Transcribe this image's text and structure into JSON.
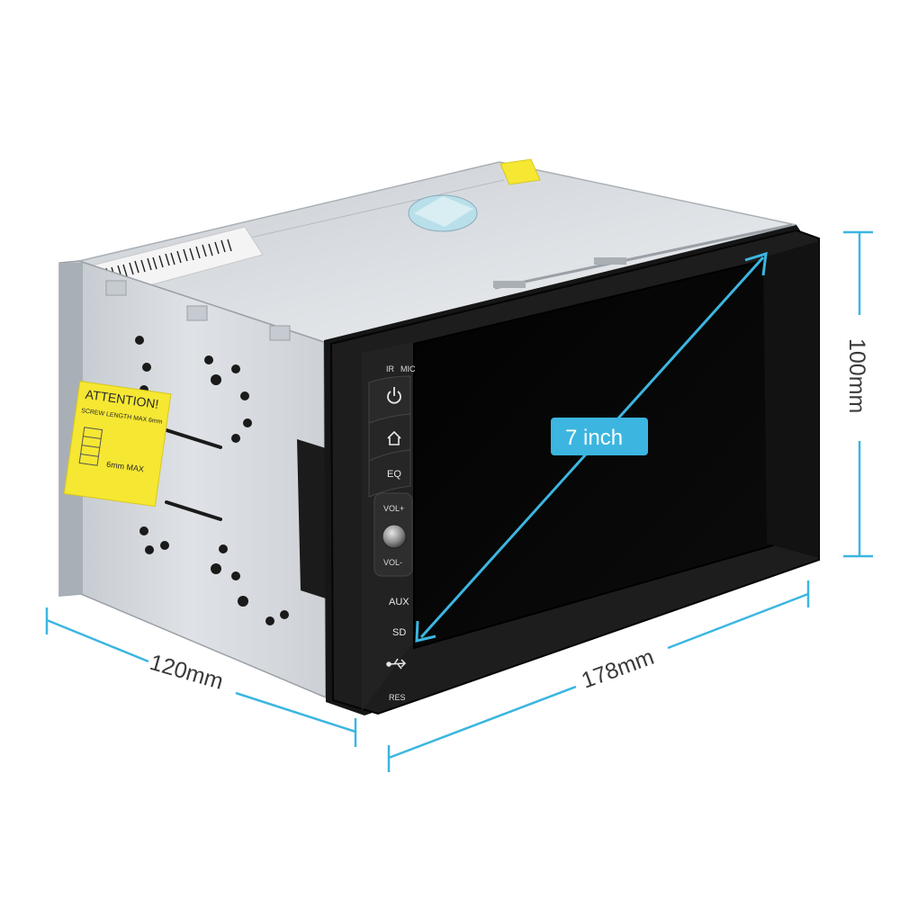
{
  "image": {
    "description_colors": {
      "accent": "#3cb6e0",
      "label_yellow": "#f6e733",
      "chassis": "#d9dde2",
      "bezel": "#111111"
    }
  },
  "product": {
    "screen_callout": "7 inch",
    "dimensions": {
      "height": "100mm",
      "depth": "120mm",
      "width": "178mm"
    },
    "buttons": {
      "ir": "IR",
      "mic": "MIC",
      "eq": "EQ",
      "vol_up": "VOL+",
      "vol_down": "VOL-",
      "aux": "AUX",
      "sd": "SD",
      "res": "RES"
    },
    "icons": [
      "power-icon",
      "home-icon",
      "usb-icon"
    ],
    "attention_label": {
      "title": "ATTENTION!",
      "line1": "SCREW LENGTH MAX 6mm",
      "line2": "6mm MAX"
    }
  }
}
